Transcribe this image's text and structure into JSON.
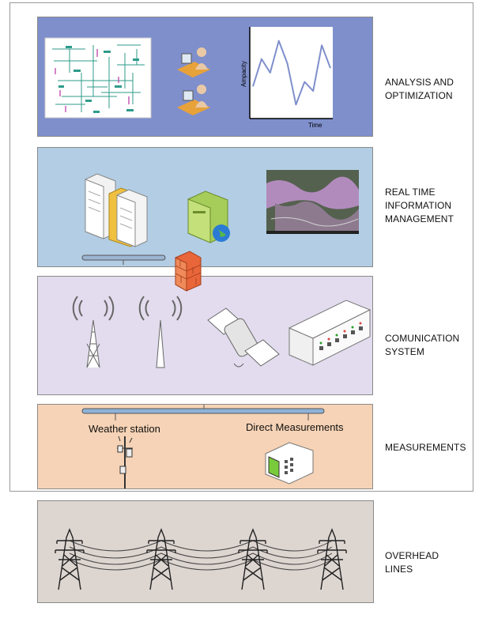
{
  "layers": {
    "analysis": {
      "label": "ANALYSIS AND\nOPTIMIZATION",
      "color": "#7f8fcc"
    },
    "realtime": {
      "label": "REAL TIME\nINFORMATION\nMANAGEMENT",
      "color": "#b2cde4"
    },
    "communication": {
      "label": "COMUNICATION\nSYSTEM",
      "color": "#e2dcee"
    },
    "measurements": {
      "label": "MEASUREMENTS",
      "color": "#f6d3b6"
    },
    "overhead": {
      "label": "OVERHEAD\nLINES",
      "color": "#ddd5d0"
    }
  },
  "chart_data": {
    "type": "line",
    "xlabel": "Time",
    "ylabel": "Ampacity",
    "values": [
      3,
      6,
      4.5,
      8,
      5.5,
      1,
      3.5,
      2.5,
      7.5,
      5
    ]
  },
  "measurement_labels": {
    "weather": "Weather station",
    "direct": "Direct Measurements"
  },
  "icons": [
    "grid-schematic-icon",
    "operator-workstation-icon",
    "server-rack-icon",
    "web-server-icon",
    "weather-map-icon",
    "firewall-icon",
    "radio-tower-icon",
    "antenna-icon",
    "satellite-icon",
    "network-switch-icon",
    "weather-station-icon",
    "measurement-device-icon",
    "transmission-tower-icon"
  ]
}
